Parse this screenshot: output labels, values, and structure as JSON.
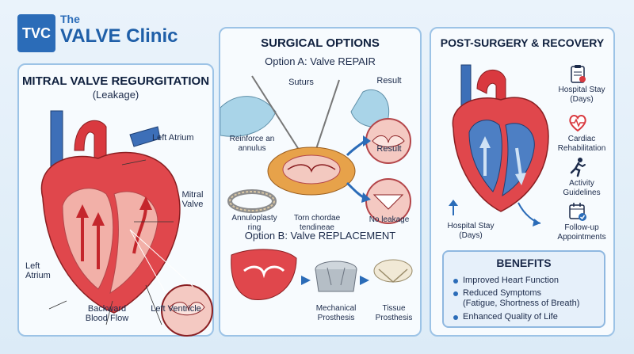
{
  "brand": {
    "badge": "TVC",
    "the": "The",
    "name": "VALVE Clinic"
  },
  "left_panel": {
    "title": "MITRAL VALVE REGURGITATION",
    "subtitle": "(Leakage)",
    "labels": {
      "left_atrium_top": "Left Atrium",
      "mitral_valve": "Mitral\nValve",
      "left_atrium_side": "Left\nAtrium",
      "backward_flow": "Backward\nBlood Flow",
      "left_ventricle": "Left Ventricle"
    }
  },
  "mid_panel": {
    "title": "SURGICAL OPTIONS",
    "option_a": "Option A: Valve REPAIR",
    "option_b": "Option B: Valve REPLACEMENT",
    "labels": {
      "suturs": "Suturs",
      "result_1": "Result",
      "result_2": "Result",
      "reinforce": "Reinforce an\nannulus",
      "annuloplasty": "Annuloplasty\nring",
      "torn_chordae": "Torn chordae\ntendineae",
      "no_leakage": "No leakage",
      "mechanical": "Mechanical\nProsthesis",
      "tissue": "Tissue\nProsthesis"
    }
  },
  "right_panel": {
    "title": "POST-SURGERY & RECOVERY",
    "items": [
      {
        "label": "Hospital Stay\n(Days)",
        "icon": "clipboard-icon"
      },
      {
        "label": "Cardiac\nRehabilitation",
        "icon": "heart-pulse-icon"
      },
      {
        "label": "Activity\nGuidelines",
        "icon": "running-person-icon"
      },
      {
        "label": "Follow-up\nAppointments",
        "icon": "calendar-check-icon"
      }
    ],
    "hospital_stay_left": "Hospital Stay\n(Days)",
    "benefits": {
      "title": "BENEFITS",
      "items": [
        "Improved Heart Function",
        "Reduced Symptoms\n(Fatigue, Shortness of Breath)",
        "Enhanced Quality of Life"
      ]
    }
  },
  "colors": {
    "brand_blue": "#2b6cb8",
    "heart_red": "#d9393f",
    "vessel_blue": "#3d6fb8",
    "panel_border": "#9cc3e6"
  }
}
